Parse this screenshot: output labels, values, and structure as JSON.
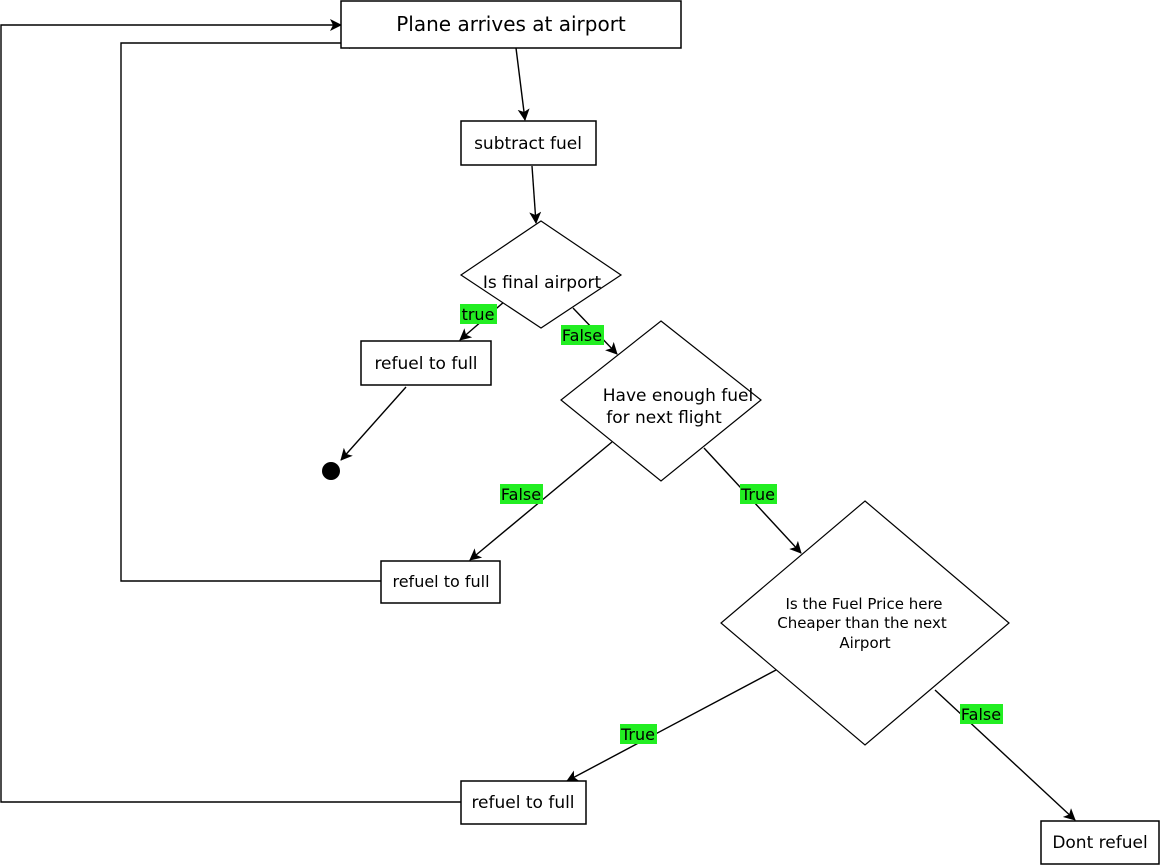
{
  "colors": {
    "label_highlight": "#22ee22",
    "stroke": "#000000",
    "background": "#ffffff"
  },
  "nodes": {
    "plane_arrives": "Plane arrives at airport",
    "subtract_fuel": "subtract fuel",
    "is_final_airport": "Is final airport",
    "refuel_final": "refuel to full",
    "have_enough_fuel_line1": "Have enough fuel",
    "have_enough_fuel_line2": "for next flight",
    "refuel_insufficient": "refuel to full",
    "fuel_price_line1": "Is the Fuel Price here",
    "fuel_price_line2": "Cheaper than the next",
    "fuel_price_line3": "Airport",
    "refuel_cheaper": "refuel to full",
    "dont_refuel": "Dont refuel"
  },
  "edge_labels": {
    "final_true": "true",
    "final_false": "False",
    "enough_false": "False",
    "enough_true": "True",
    "price_true": "True",
    "price_false": "False"
  },
  "icons": {
    "end_node": "filled-circle"
  }
}
